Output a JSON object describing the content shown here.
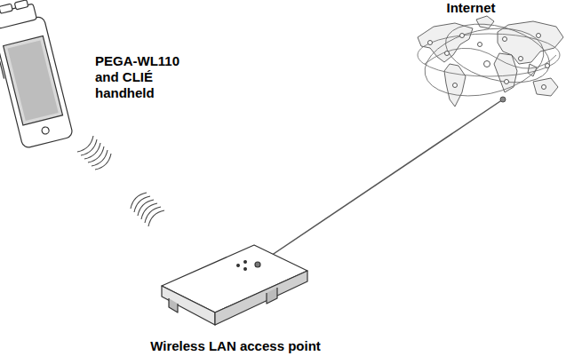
{
  "diagram": {
    "labels": [
      "PEGA-WL110 and CLIÉ handheld",
      "Internet",
      "Wireless LAN access point"
    ]
  }
}
